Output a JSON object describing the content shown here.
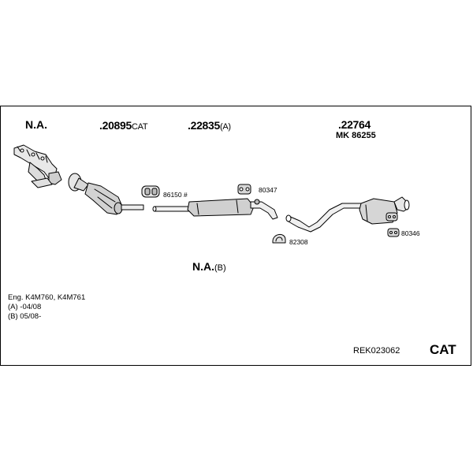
{
  "labels": {
    "na_left": "N.A.",
    "part_20895": {
      "number": ".20895",
      "suffix": "CAT"
    },
    "part_22835": {
      "number": ".22835",
      "suffix": "(A)"
    },
    "part_22764": {
      "number": ".22764"
    },
    "mk_86255": "MK  86255",
    "na_b": {
      "text": "N.A.",
      "suffix": "(B)"
    }
  },
  "callouts": {
    "p86150": "86150 #",
    "p80347": "80347",
    "p82308": "82308",
    "p80346": "80346"
  },
  "notes": [
    "Eng. K4M760, K4M761",
    "(A) -04/08",
    "(B) 05/08-"
  ],
  "reference": "REK023062",
  "category": "CAT"
}
